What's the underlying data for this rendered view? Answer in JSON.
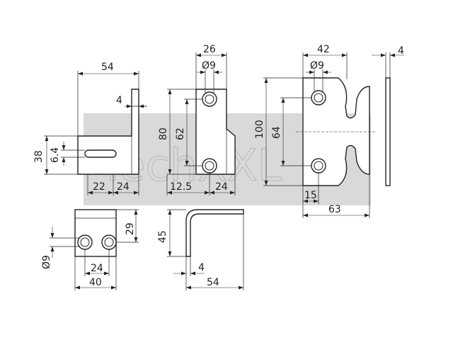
{
  "watermark": {
    "text": "TechXXL"
  },
  "dims": {
    "v1_width": "54",
    "v1_wall": "4",
    "v1_height": "38",
    "v1_slot": "6.4",
    "v1_a": "22",
    "v1_b": "24",
    "v2_width": "26",
    "v2_hole": "Ø9",
    "v2_height": "80",
    "v2_pitch": "62",
    "v2_a": "12.5",
    "v2_b": "24",
    "v3_width": "42",
    "v3_hole": "Ø9",
    "v3_height": "100",
    "v3_pitch": "64",
    "v3_a": "15",
    "v3_b": "63",
    "v4_thick": "4",
    "v5_height": "29",
    "v5_hole": "Ø9",
    "v5_pitch": "24",
    "v5_width": "40",
    "v6_height": "45",
    "v6_wall": "4",
    "v6_width": "54"
  }
}
